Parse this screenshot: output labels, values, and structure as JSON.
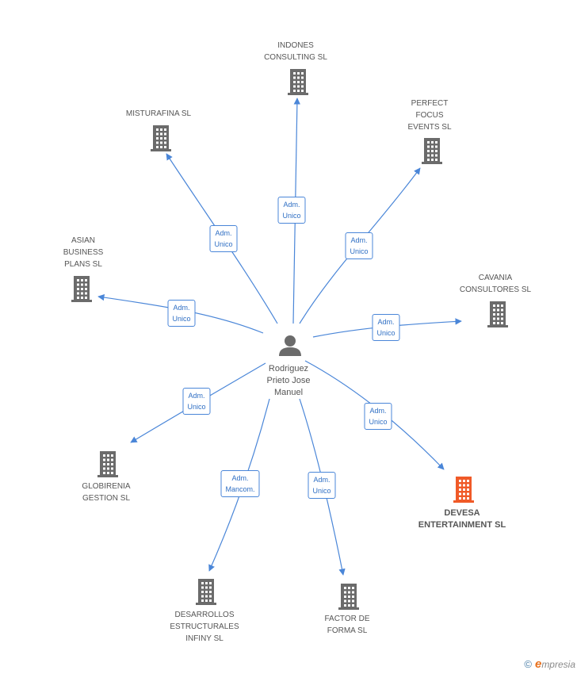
{
  "center": {
    "label": "Rodriguez\nPrieto Jose\nManuel",
    "icon": "person-icon"
  },
  "colors": {
    "edge": "#4a86d8",
    "building": "#6b6b6b",
    "highlight": "#f05a28"
  },
  "companies": [
    {
      "id": "indones",
      "label": "INDONES\nCONSULTING SL",
      "role": "Adm.\nUnico",
      "highlight": false
    },
    {
      "id": "perfect",
      "label": "PERFECT\nFOCUS\nEVENTS  SL",
      "role": "Adm.\nUnico",
      "highlight": false
    },
    {
      "id": "cavania",
      "label": "CAVANIA\nCONSULTORES SL",
      "role": "Adm.\nUnico",
      "highlight": false
    },
    {
      "id": "devesa",
      "label": "DEVESA\nENTERTAINMENT SL",
      "role": "Adm.\nUnico",
      "highlight": true
    },
    {
      "id": "factor",
      "label": "FACTOR DE\nFORMA SL",
      "role": "Adm.\nUnico",
      "highlight": false
    },
    {
      "id": "desarrollos",
      "label": "DESARROLLOS\nESTRUCTURALES\nINFINY SL",
      "role": "Adm.\nMancom.",
      "highlight": false
    },
    {
      "id": "globirenia",
      "label": "GLOBIRENIA\nGESTION SL",
      "role": "Adm.\nUnico",
      "highlight": false
    },
    {
      "id": "asian",
      "label": "ASIAN\nBUSINESS\nPLANS SL",
      "role": "Adm.\nUnico",
      "highlight": false
    },
    {
      "id": "misturafina",
      "label": "MISTURAFINA SL",
      "role": "Adm.\nUnico",
      "highlight": false
    }
  ],
  "footer": {
    "copyright": "©",
    "brand_first": "e",
    "brand_rest": "mpresia"
  }
}
